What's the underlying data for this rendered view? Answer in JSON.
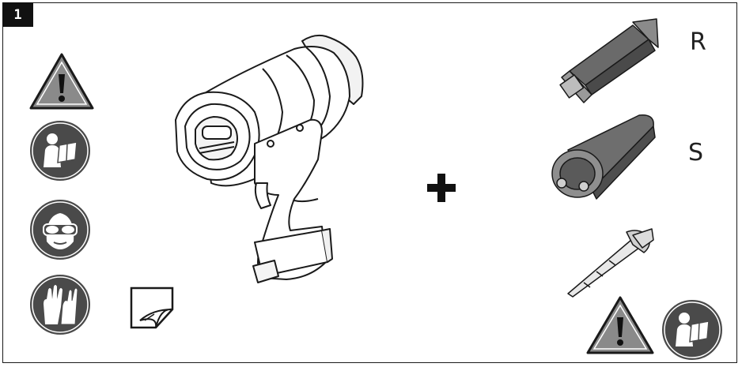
{
  "panel": {
    "step_number": "1",
    "cartridge_labels": [
      "R",
      "S"
    ]
  },
  "icons": {
    "left_column": [
      "warning-triangle-icon",
      "read-manual-icon",
      "safety-goggles-icon",
      "protective-gloves-icon"
    ],
    "bottom_left": "page-corner-sticker-icon",
    "center": "plus-icon",
    "right_items": [
      "cartridge-r-icon",
      "cartridge-s-icon",
      "static-mixer-nozzle-icon"
    ],
    "bottom_right": [
      "warning-triangle-icon",
      "read-manual-icon"
    ]
  },
  "colors": {
    "pictogram_fill": "#4a4a4a",
    "warning_fill": "#8a8a8a",
    "outline": "#1a1a1a"
  }
}
